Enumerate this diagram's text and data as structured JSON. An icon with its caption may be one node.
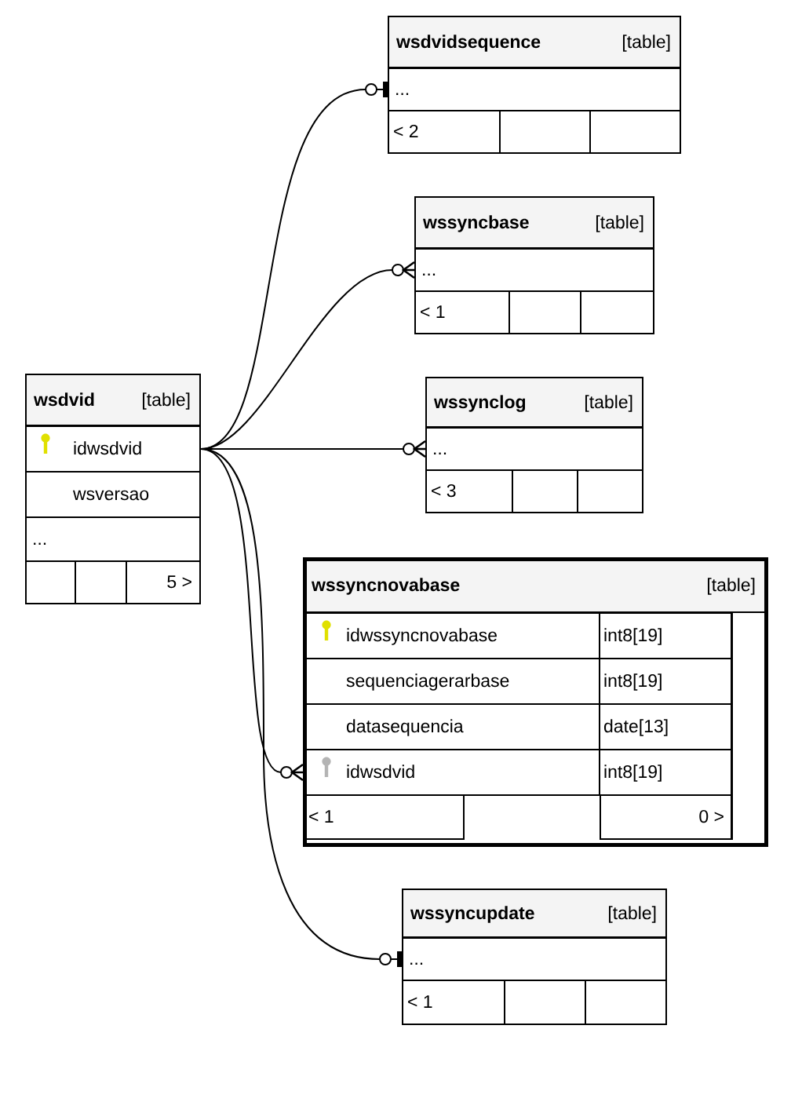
{
  "diagram": {
    "nodes": [
      {
        "text": [
          "wsdvidsequence",
          "[table]"
        ]
      },
      {
        "text": [
          "..."
        ],
        "in": 0
      },
      {
        "text": [
          "< 2"
        ],
        "in": 0
      },
      {
        "text": [
          "wssyncbase",
          "[table]"
        ]
      },
      {
        "text": [
          "..."
        ],
        "in": 3
      },
      {
        "text": [
          "< 1"
        ],
        "in": 3
      },
      {
        "text": [
          "wsdvid",
          "[table]"
        ]
      },
      {
        "text": [
          "idwsdvid"
        ],
        "in": 6
      },
      {
        "text": [
          "wsversao"
        ],
        "in": 6
      },
      {
        "text": [
          "..."
        ],
        "in": 6
      },
      {
        "text": [
          "5 >"
        ],
        "in": 6
      },
      {
        "text": [
          "wssynclog",
          "[table]"
        ]
      },
      {
        "text": [
          "..."
        ],
        "in": 11
      },
      {
        "text": [
          "< 3"
        ],
        "in": 11
      },
      {
        "text": [
          "wssyncnovabase",
          "[table]"
        ]
      },
      {
        "text": [
          "idwssyncnovabase",
          "int8[19]"
        ],
        "in": 14
      },
      {
        "text": [
          "sequenciagerarbase",
          "int8[19]"
        ],
        "in": 14
      },
      {
        "text": [
          "datasequencia",
          "date[13]"
        ],
        "in": 14
      },
      {
        "text": [
          "idwsdvid",
          "int8[19]"
        ],
        "in": 14
      },
      {
        "text": [
          "< 1"
        ],
        "in": 14
      },
      {
        "text": [
          "0 >"
        ],
        "in": 14
      },
      {
        "text": [
          "wssyncupdate",
          "[table]"
        ]
      },
      {
        "text": [
          "..."
        ],
        "in": 21
      },
      {
        "text": [
          "< 1"
        ],
        "in": 21
      }
    ],
    "edges": [
      {
        "from": 7,
        "to": 1,
        "arrow": "other"
      },
      {
        "from": 7,
        "to": 4,
        "arrow": "other"
      },
      {
        "from": 7,
        "to": 12,
        "arrow": "other"
      },
      {
        "from": 7,
        "to": 18,
        "arrow": "other"
      },
      {
        "from": 7,
        "to": 22,
        "arrow": "other"
      }
    ]
  }
}
